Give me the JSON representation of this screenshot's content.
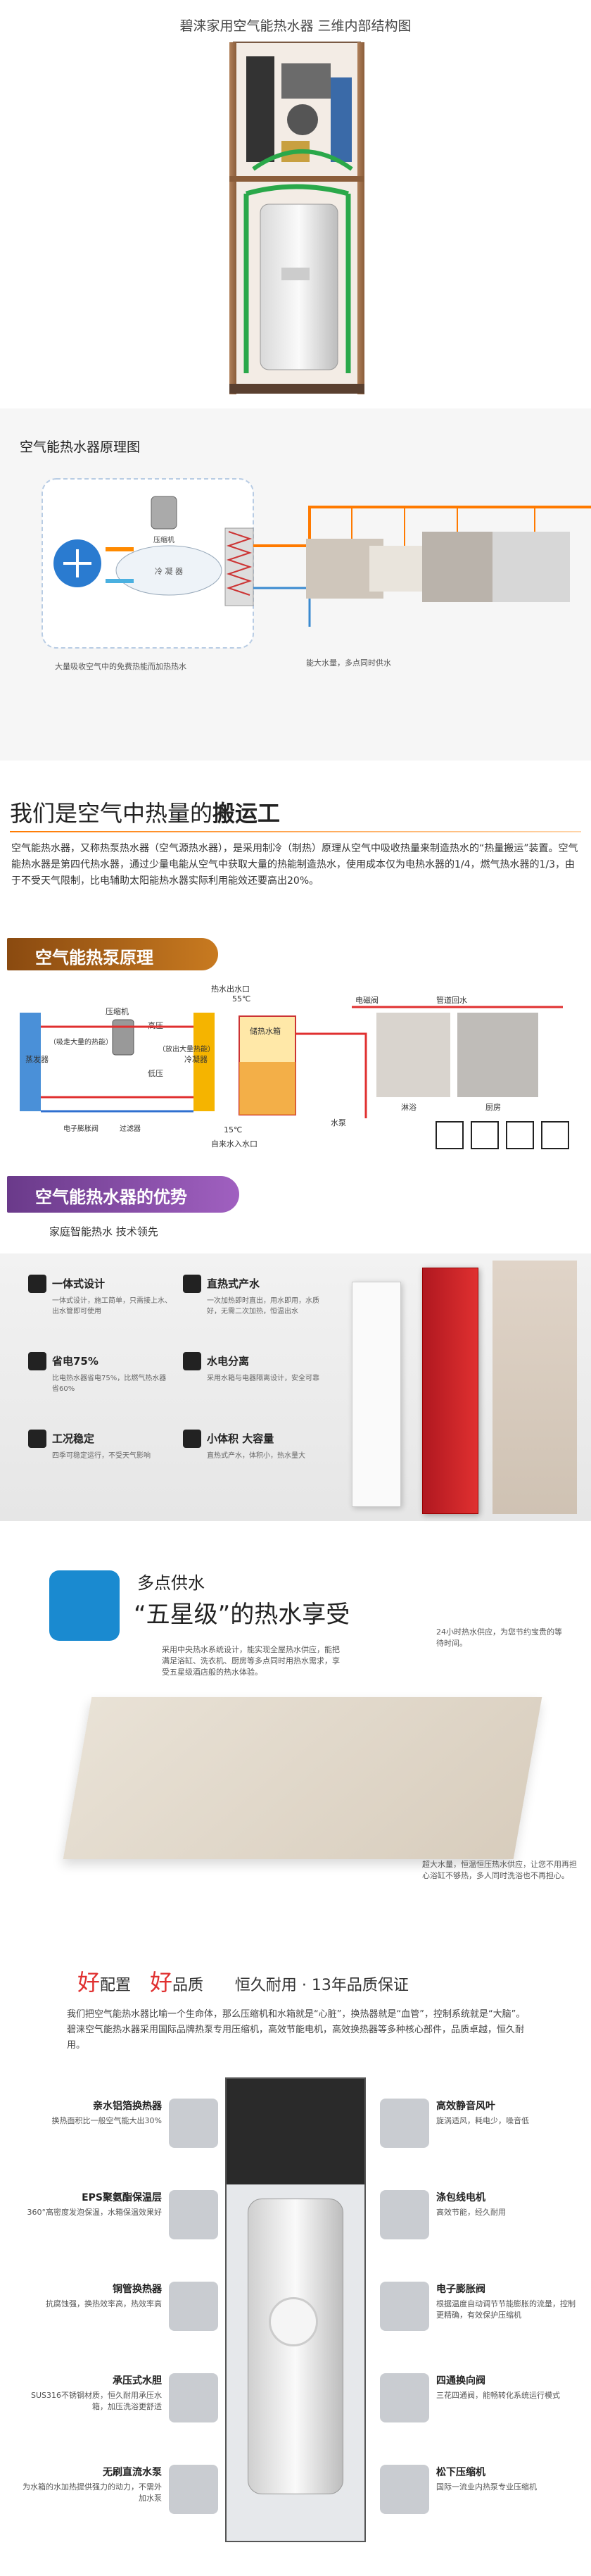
{
  "s1": {
    "title": "碧涞家用空气能热水器 三维内部结构图"
  },
  "s2": {
    "title": "空气能热水器原理图",
    "diagram_label_top": "压缩机",
    "diagram_label_tank": "冷 凝 器",
    "caption_left": "大量吸收空气中的免费热能而加热热水",
    "caption_right": "能大水量，多点同时供水"
  },
  "s3": {
    "title_plain": "我们是空气中热量的",
    "title_bold": "搬运工",
    "body": "空气能热水器，又称热泵热水器（空气源热水器），是采用制冷（制热）原理从空气中吸收热量来制造热水的“热量搬运”装置。空气能热水器是第四代热水器，通过少量电能从空气中获取大量的热能制造热水，使用成本仅为电热水器的1/4，燃气热水器的1/3，由于不受天气限制，比电辅助太阳能热水器实际利用能效还要高出20%。",
    "banner": "空气能热泵原理",
    "labels": {
      "hot_out": "热水出水口",
      "temp_55": "55℃",
      "tank": "储热水箱",
      "evaporator": "蒸发器",
      "evap_note": "（吸走大量的热能）",
      "air_note": "（吸走大量的热能）",
      "compressor": "压缩机",
      "high_pressure": "高压",
      "low_pressure": "低压",
      "condenser": "冷凝器",
      "cond_note": "（放出大量热能）",
      "fan": "电子膨胀阀",
      "filter": "过滤器",
      "temp_15": "15℃",
      "cold_in": "自来水入水口",
      "water_label": "水泵",
      "valve": "电磁阀",
      "pipe": "管道回水",
      "shower": "淋浴",
      "kitchen": "厨房"
    }
  },
  "s4": {
    "banner": "空气能热水器的优势",
    "sub": "家庭智能热水  技术领先",
    "features": [
      {
        "title": "一体式设计",
        "desc": "一体式设计，施工简单，只需接上水、出水管即可使用"
      },
      {
        "title": "直热式产水",
        "desc": "一次加热即时直出，用水即用，水质好，无需二次加热，恒温出水"
      },
      {
        "title": "省电75%",
        "desc": "比电热水器省电75%，比燃气热水器省60%"
      },
      {
        "title": "水电分离",
        "desc": "采用水箱与电器隔离设计，安全可靠"
      },
      {
        "title": "工况稳定",
        "desc": "四季可稳定运行，不受天气影响"
      },
      {
        "title": "小体积 大容量",
        "desc": "直热式产水，体积小，热水量大"
      }
    ]
  },
  "s5": {
    "heading1": "多点供水",
    "heading2": "“五星级”的热水享受",
    "note1": "采用中央热水系统设计，能实现全屋热水供应，能把满足浴缸、洗衣机、厨房等多点同时用热水需求，享受五星级酒店般的热水体验。",
    "note2": "24小时热水供应，为您节约宝贵的等待时间。",
    "note3": "超大水量，恒温恒压热水供应，让您不用再担心浴缸不够热，多人同时洗浴也不再担心。"
  },
  "s6": {
    "h_good1": "好",
    "h_peizhi": "配置",
    "h_good2": "好",
    "h_pinzhi": "品质",
    "h_right": "恒久耐用 · 13年品质保证",
    "intro": "我们把空气能热水器比喻一个生命体，那么压缩机和水箱就是“心脏”，换热器就是“血管”，控制系统就是“大脑”。碧涞空气能热水器采用国际品牌热泵专用压缩机，高效节能电机，高效换热器等多种核心部件，品质卓越，恒久耐用。",
    "left": [
      {
        "title": "亲水铝箔换热器",
        "desc": "换热面积比一般空气能大出30%"
      },
      {
        "title": "EPS聚氨酯保温层",
        "desc": "360°高密度发泡保温，水箱保温效果好"
      },
      {
        "title": "铜管换热器",
        "desc": "抗腐蚀强，换热效率高，热效率高"
      },
      {
        "title": "承压式水胆",
        "desc": "SUS316不锈钢材质，恒久耐用承压水箱，加压洗浴更舒适"
      },
      {
        "title": "无刷直流水泵",
        "desc": "为水箱的水加热提供强力的动力，不需外加水泵"
      }
    ],
    "right": [
      {
        "title": "高效静音风叶",
        "desc": "旋涡适风，耗电少，噪音低"
      },
      {
        "title": "涤包线电机",
        "desc": "高效节能，经久耐用"
      },
      {
        "title": "电子膨胀阀",
        "desc": "根据温度自动调节节能膨胀的流量，控制更精确，有效保护压缩机"
      },
      {
        "title": "四通换向阀",
        "desc": "三花四通阀，能畅转化系统运行模式"
      },
      {
        "title": "松下压缩机",
        "desc": "国际一流业内热泵专业压缩机"
      }
    ]
  }
}
